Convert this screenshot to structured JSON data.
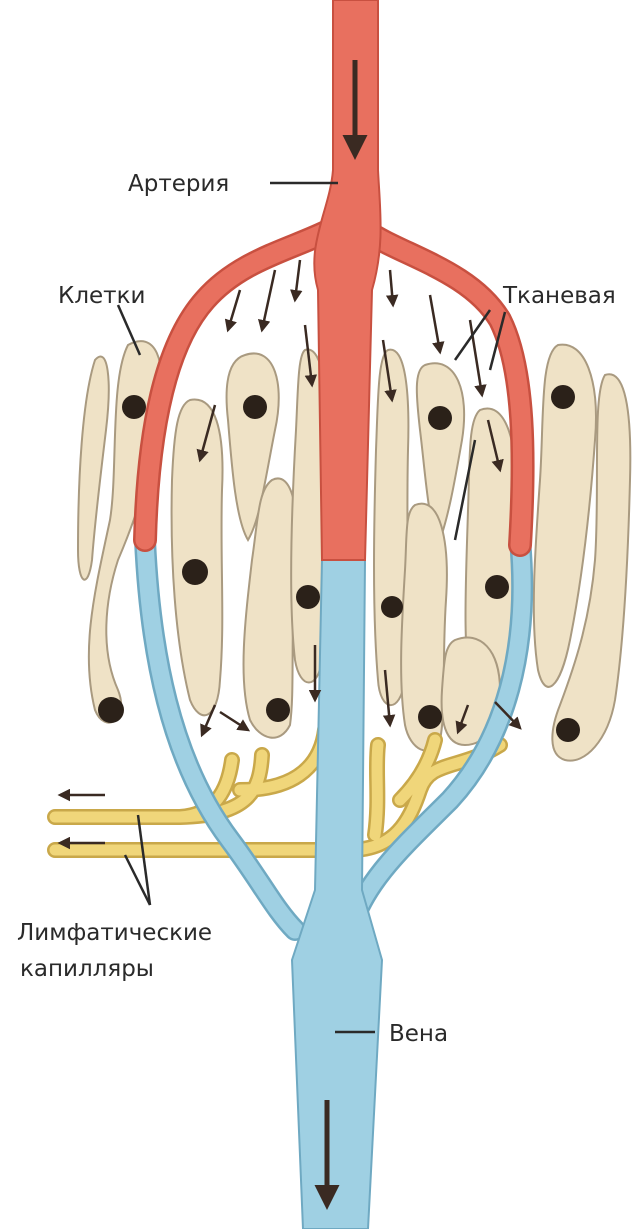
{
  "labels": {
    "artery": "Артерия",
    "cells": "Клетки",
    "tissue_fluid": "Тканевая",
    "lymph_line1": "Лимфатические",
    "lymph_line2": "капилляры",
    "vein": "Вена"
  },
  "colors": {
    "artery": "#e8705f",
    "vein": "#9fd0e3",
    "lymph": "#f0d67a",
    "cell": "#efe2c6",
    "nucleus": "#2b2119",
    "arrow": "#3a2a22"
  }
}
